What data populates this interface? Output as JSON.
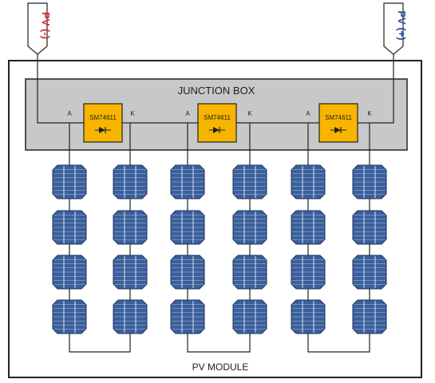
{
  "terminals": {
    "negative": {
      "label": "PV (-)",
      "color": "#d42a2a"
    },
    "positive": {
      "label": "PV (+)",
      "color": "#2a4fa8"
    }
  },
  "junction_box": {
    "title": "JUNCTION BOX"
  },
  "diodes": [
    {
      "part": "SM74611",
      "anode_label": "A",
      "cathode_label": "K"
    },
    {
      "part": "SM74611",
      "anode_label": "A",
      "cathode_label": "K"
    },
    {
      "part": "SM74611",
      "anode_label": "A",
      "cathode_label": "K"
    }
  ],
  "module": {
    "label": "PV MODULE"
  },
  "cell_grid": {
    "columns": 6,
    "rows": 4
  },
  "colors": {
    "junction_fill": "#c8c8c8",
    "diode_fill": "#f7b500",
    "cell_fill": "#3a5f9a",
    "cell_grid_line": "#a9c2e6",
    "wire": "#333333"
  }
}
